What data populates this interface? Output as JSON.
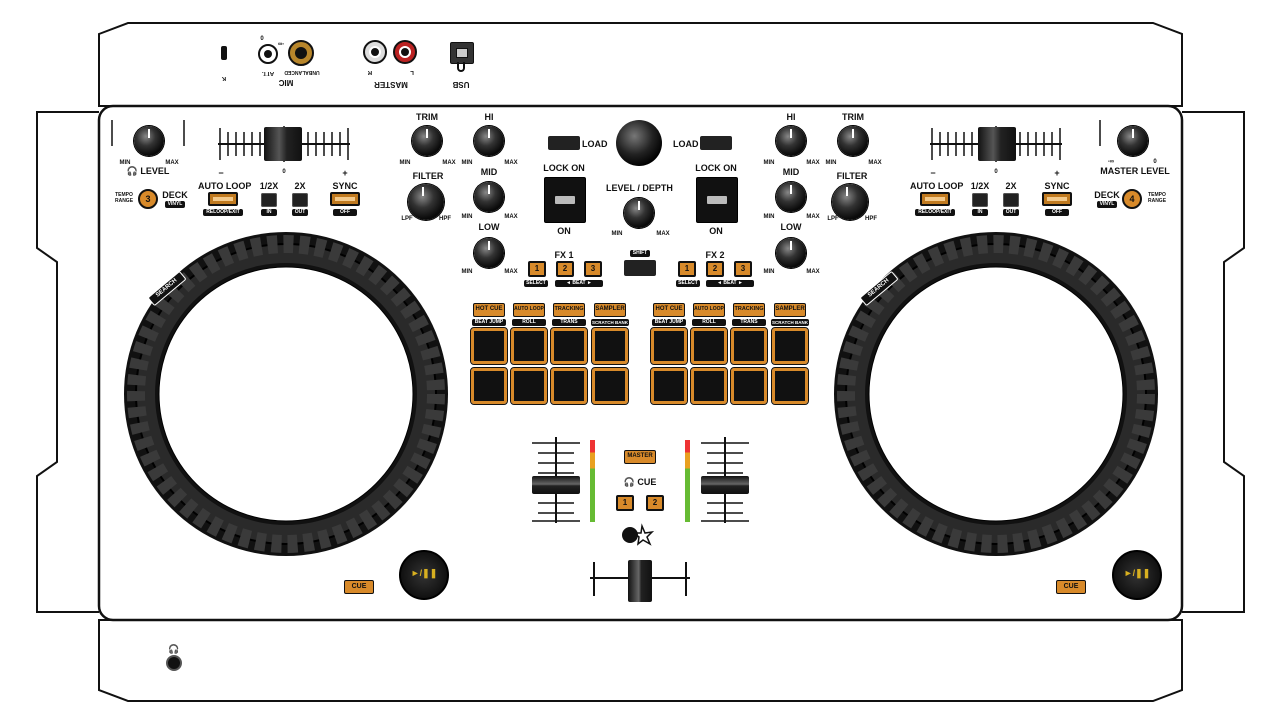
{
  "rear_panel": {
    "kensington": "K",
    "mic": "MIC",
    "mic_att": "ATT.",
    "mic_zero": "0",
    "mic_inf": "-∞",
    "mic_unbal": "UNBALANCED",
    "master": "MASTER",
    "master_r": "R",
    "master_l": "L",
    "usb": "USB"
  },
  "deck_left": {
    "level": "LEVEL",
    "min": "MIN",
    "max": "MAX",
    "tempo_range": "TEMPO RANGE",
    "deck_number": "3",
    "deck": "DECK",
    "vinyl": "VINYL",
    "auto_loop": "AUTO LOOP",
    "reloop_exit": "RELOOP/EXIT",
    "half": "1/2X",
    "in": "IN",
    "double": "2X",
    "out": "OUT",
    "sync": "SYNC",
    "off": "OFF",
    "pitch_minus": "−",
    "pitch_zero": "0",
    "pitch_plus": "+",
    "search": "SEARCH",
    "cue": "CUE",
    "play": "►/❚❚"
  },
  "deck_right": {
    "master_level": "MASTER LEVEL",
    "min": "-∞",
    "max": "0",
    "tempo_range": "TEMPO RANGE",
    "deck_number": "4",
    "deck": "DECK",
    "vinyl": "VINYL",
    "auto_loop": "AUTO LOOP",
    "reloop_exit": "RELOOP/EXIT",
    "half": "1/2X",
    "in": "IN",
    "double": "2X",
    "out": "OUT",
    "sync": "SYNC",
    "off": "OFF",
    "pitch_minus": "−",
    "pitch_zero": "0",
    "pitch_plus": "+",
    "search": "SEARCH",
    "cue": "CUE",
    "play": "►/❚❚"
  },
  "mixer": {
    "trim": "TRIM",
    "hi": "HI",
    "mid": "MID",
    "low": "LOW",
    "filter": "FILTER",
    "lpf": "LPF",
    "hpf": "HPF",
    "min": "MIN",
    "max": "MAX",
    "load": "LOAD",
    "lock_on": "LOCK ON",
    "on": "ON",
    "level_depth": "LEVEL / DEPTH",
    "fx1": "FX 1",
    "fx2": "FX 2",
    "shift": "SHIFT",
    "select": "SELECT",
    "beat": "◄  BEAT  ►",
    "fx_buttons": [
      "1",
      "2",
      "3"
    ],
    "master": "MASTER",
    "cue": "CUE",
    "cue_buttons": [
      "1",
      "2"
    ]
  },
  "pad_modes": [
    {
      "top": "HOT CUE",
      "bottom": "BEAT JUMP"
    },
    {
      "top": "AUTO LOOP",
      "bottom": "ROLL"
    },
    {
      "top": "TRACKING",
      "bottom": "TRANS"
    },
    {
      "top": "SAMPLER",
      "bottom": "SCRATCH BANK"
    }
  ],
  "front_panel": {
    "headphones": "headphones-jack"
  },
  "colors": {
    "accent": "#d88a2a",
    "body": "#ffffff",
    "outline": "#111111"
  }
}
